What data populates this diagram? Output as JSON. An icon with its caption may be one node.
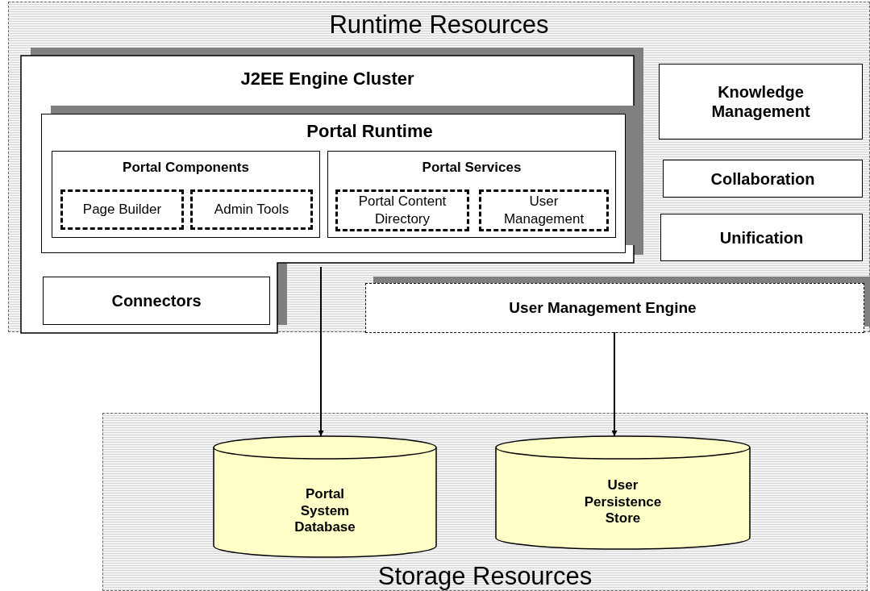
{
  "diagram": {
    "nodes": [
      {
        "text": [
          "Runtime Resources"
        ]
      },
      {
        "text": [
          "J2EE Engine Cluster"
        ],
        "in": 0
      },
      {
        "text": [
          "Portal Runtime"
        ],
        "in": 1
      },
      {
        "text": [
          "Portal Components"
        ],
        "in": 2
      },
      {
        "text": [
          "Page Builder"
        ],
        "in": 3
      },
      {
        "text": [
          "Admin Tools"
        ],
        "in": 3
      },
      {
        "text": [
          "Portal Services"
        ],
        "in": 2
      },
      {
        "text": [
          "Portal Content Directory"
        ],
        "in": 6
      },
      {
        "text": [
          "User Management"
        ],
        "in": 6
      },
      {
        "text": [
          "Connectors"
        ],
        "in": 1
      },
      {
        "text": [
          "Knowledge Management"
        ],
        "in": 0
      },
      {
        "text": [
          "Collaboration"
        ],
        "in": 0
      },
      {
        "text": [
          "Unification"
        ],
        "in": 0
      },
      {
        "text": [
          "User Management Engine"
        ],
        "in": 0
      },
      {
        "text": [
          "Storage Resources"
        ]
      },
      {
        "text": [
          "Portal System Database"
        ],
        "in": 14
      },
      {
        "text": [
          "User Persistence Store"
        ],
        "in": 14
      }
    ],
    "edges": [
      {
        "from": 1,
        "to": 15,
        "arrow": "to"
      },
      {
        "from": 13,
        "to": 16,
        "arrow": "to"
      }
    ]
  }
}
